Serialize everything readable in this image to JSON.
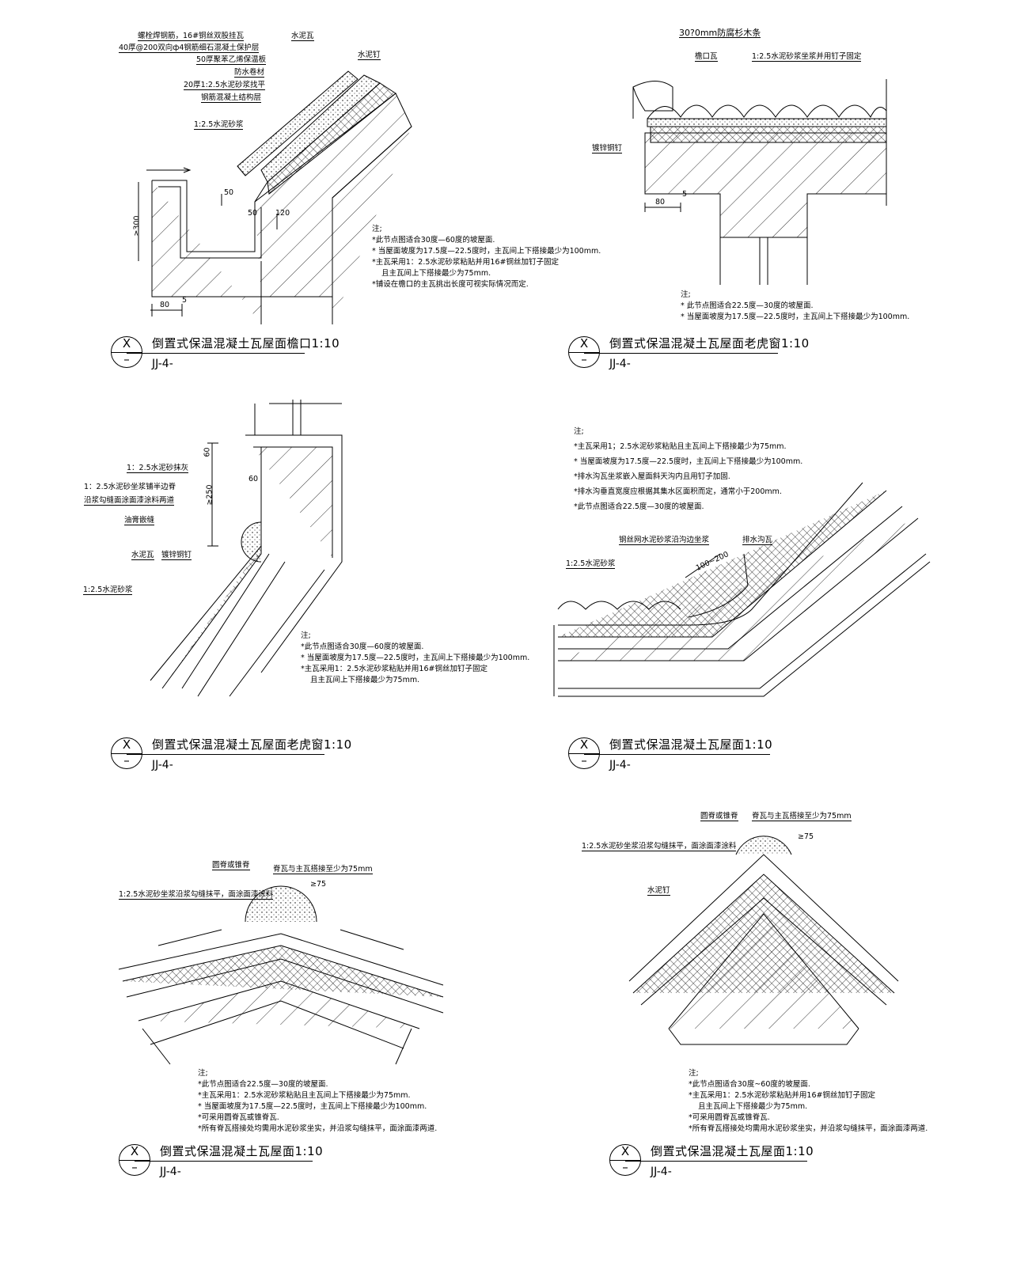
{
  "details": [
    {
      "title": "倒置式保温混凝土瓦屋面檐口1:10",
      "symbol": "X",
      "sheet": "JJ-4-",
      "sheet_symbol": "–",
      "labels": [
        "螺栓焊钢筋，16#铜丝双股挂瓦",
        "40厚@200双向ф4钢筋细石混凝土保护层",
        "50厚聚苯乙烯保温板",
        "防水卷材",
        "20厚1:2.5水泥砂浆找平",
        "钢筋混凝土结构层",
        "水泥瓦",
        "水泥钉",
        "1:2.5水泥砂浆"
      ],
      "dims": [
        "50",
        "50",
        "120",
        "≥300",
        "80",
        "5"
      ],
      "notes": [
        "注;",
        "*此节点图适合30度—60度的坡屋面.",
        "* 当屋面坡度为17.5度—22.5度时，主瓦间上下搭接最少为100mm.",
        "*主瓦采用1：2.5水泥砂浆粘贴并用16#铜丝加钉子固定",
        "且主瓦间上下搭接最少为75mm.",
        "*铺设在檐口的主瓦挑出长度可视实际情况而定."
      ]
    },
    {
      "title": "倒置式保温混凝土瓦屋面老虎窗1:10",
      "symbol": "X",
      "sheet": "JJ-4-",
      "sheet_symbol": "–",
      "labels": [
        "30?0mm防腐杉木条",
        "檐口瓦",
        "1:2.5水泥砂浆坐浆并用钉子固定",
        "镀锌铜钉"
      ],
      "dims": [
        "80",
        "5"
      ],
      "notes": [
        "注;",
        "* 此节点图适合22.5度—30度的坡屋面.",
        "* 当屋面坡度为17.5度—22.5度时，主瓦间上下搭接最少为100mm."
      ]
    },
    {
      "title": "倒置式保温混凝土瓦屋面老虎窗1:10",
      "symbol": "X",
      "sheet": "JJ-4-",
      "sheet_symbol": "–",
      "labels": [
        "1：2.5水泥砂抹灰",
        "1：2.5水泥砂坐浆铺半边脊",
        "沿浆勾缝面涂面漆涂料两道",
        "油膏嵌缝",
        "水泥瓦",
        "镀锌铜钉",
        "1:2.5水泥砂浆"
      ],
      "dims": [
        "60",
        "≥250",
        "60"
      ],
      "notes": [
        "注;",
        "*此节点图适合30度—60度的坡屋面.",
        "* 当屋面坡度为17.5度—22.5度时，主瓦间上下搭接最少为100mm.",
        "*主瓦采用1：2.5水泥砂浆粘贴并用16#铜丝加钉子固定",
        "且主瓦间上下搭接最少为75mm."
      ]
    },
    {
      "title": "倒置式保温混凝土瓦屋面1:10",
      "symbol": "X",
      "sheet": "JJ-4-",
      "sheet_symbol": "–",
      "labels": [
        "钢丝网水泥砂浆沿沟边坐浆",
        "排水沟瓦",
        "1:2.5水泥砂浆"
      ],
      "dims": [
        "100~200"
      ],
      "notes": [
        "注;",
        "*主瓦采用1；2.5水泥砂浆粘贴且主瓦间上下搭接最少为75mm.",
        "* 当屋面坡度为17.5度—22.5度时，主瓦间上下搭接最少为100mm.",
        "*排水沟瓦坐浆嵌入屋面斜天沟内且用钉子加固.",
        "*排水沟垂直宽度应根据其集水区面积而定，通常小于200mm.",
        "*此节点图适合22.5度—30度的坡屋面."
      ]
    },
    {
      "title": "倒置式保温混凝土瓦屋面1:10",
      "symbol": "X",
      "sheet": "JJ-4-",
      "sheet_symbol": "–",
      "labels": [
        "圆脊或锥脊",
        "脊瓦与主瓦搭接至少为75mm",
        "1:2.5水泥砂坐浆沿浆勾缝抹平，面涂面漆涂料"
      ],
      "dims": [
        "≥75"
      ],
      "notes": [
        "注;",
        "*此节点图适合22.5度—30度的坡屋面.",
        "*主瓦采用1：2.5水泥砂浆粘贴且主瓦间上下搭接最少为75mm.",
        "* 当屋面坡度为17.5度—22.5度时，主瓦间上下搭接最少为100mm.",
        "*可采用圆脊瓦或锥脊瓦.",
        "*所有脊瓦搭接处均需用水泥砂浆坐实，并沿浆勾缝抹平，面涂面漆两道."
      ]
    },
    {
      "title": "倒置式保温混凝土瓦屋面1:10",
      "symbol": "X",
      "sheet": "JJ-4-",
      "sheet_symbol": "–",
      "labels": [
        "圆脊或锥脊",
        "脊瓦与主瓦搭接至少为75mm",
        "1:2.5水泥砂坐浆沿浆勾缝抹平，面涂面漆涂料",
        "水泥钉"
      ],
      "dims": [
        "≥75"
      ],
      "notes": [
        "注;",
        "*此节点图适合30度~60度的坡屋面.",
        "*主瓦采用1：2.5水泥砂浆粘贴并用16#铜丝加钉子固定",
        "且主瓦间上下搭接最少为75mm.",
        "*可采用圆脊瓦或锥脊瓦.",
        "*所有脊瓦搭接处均需用水泥砂浆坐实，并沿浆勾缝抹平，面涂面漆两道."
      ]
    }
  ]
}
